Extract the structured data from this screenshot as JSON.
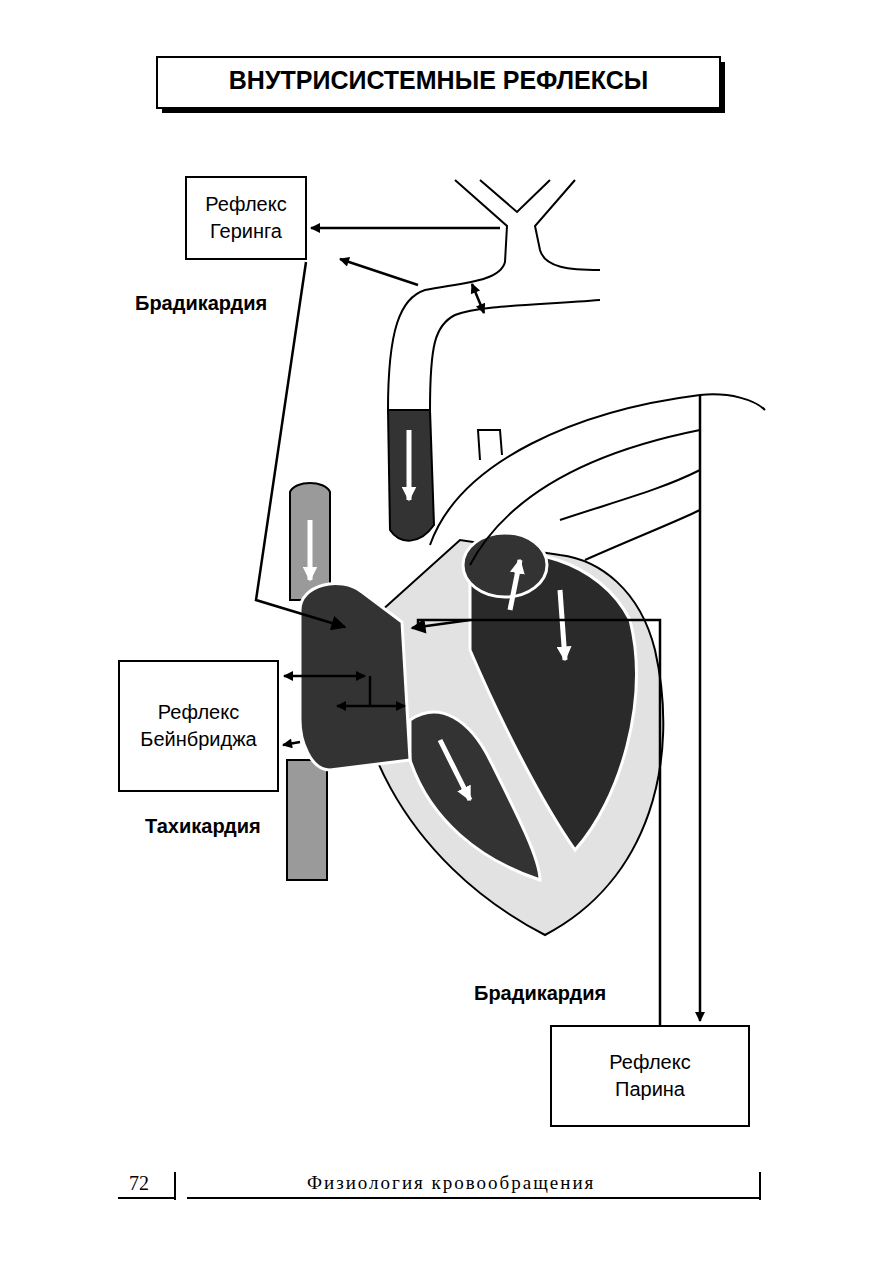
{
  "diagram": {
    "title": "ВНУТРИСИСТЕМНЫЕ РЕФЛЕКСЫ",
    "nodes": [
      {
        "text": [
          "Рефлекс Геринга"
        ]
      },
      {
        "text": [
          "Рефлекс Бейнбриджа"
        ]
      },
      {
        "text": [
          "Рефлекс Парина"
        ]
      }
    ],
    "labels": [
      "Брадикардия",
      "Тахикардия",
      "Брадикардия",
      "72",
      "Физиология кровообращения"
    ]
  }
}
